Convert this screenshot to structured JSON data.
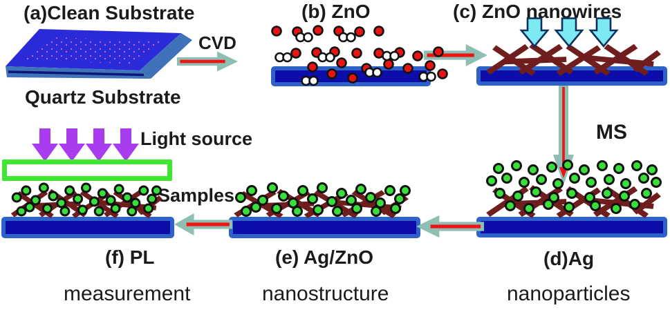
{
  "figure": {
    "steps": {
      "a": {
        "title": "(a)Clean Substrate",
        "caption": "Quartz Substrate"
      },
      "b": {
        "title": "(b) ZnO"
      },
      "c": {
        "title": "(c) ZnO nanowires"
      },
      "d": {
        "title": "(d)Ag",
        "caption": "nanoparticles"
      },
      "e": {
        "title": "(e) Ag/ZnO",
        "caption": "nanostructure"
      },
      "f": {
        "title": "(f) PL",
        "caption": "measurement"
      }
    },
    "process_labels": {
      "cvd": "CVD",
      "ms": "MS"
    },
    "annotations": {
      "light_source": "Light source",
      "samples": "Samples"
    }
  },
  "icons": {
    "process_arrow": "teal-block-arrow-with-red-line",
    "deposition_arrow": "cyan-block-down-arrow",
    "light_arrow": "purple-block-down-arrow"
  },
  "palette": {
    "background": "#ffffff",
    "text": "#1b1b1b",
    "process_arrow_fill": "#8fbfb2",
    "process_arrow_line": "#ee1414",
    "substrate_fill": "#0d0daa",
    "substrate_border": "#2e62c8",
    "slab_face": "#2a2ad8",
    "slab_edge": "#3f72b8",
    "slab_stripe": "#0a1678",
    "slab_speckle": "#e06ad0",
    "nanowire": "#701d1d",
    "zno_particle": "#e81414",
    "oxygen_particle": "#ffffff",
    "ag_particle": "#3ade3a",
    "particle_outline": "#111111",
    "deposition_arrow_fill": "#7de9f2",
    "deposition_arrow_outline": "#0f2f60",
    "light_arrow_fill": "#a83cee",
    "filter_border": "#3ee532"
  }
}
